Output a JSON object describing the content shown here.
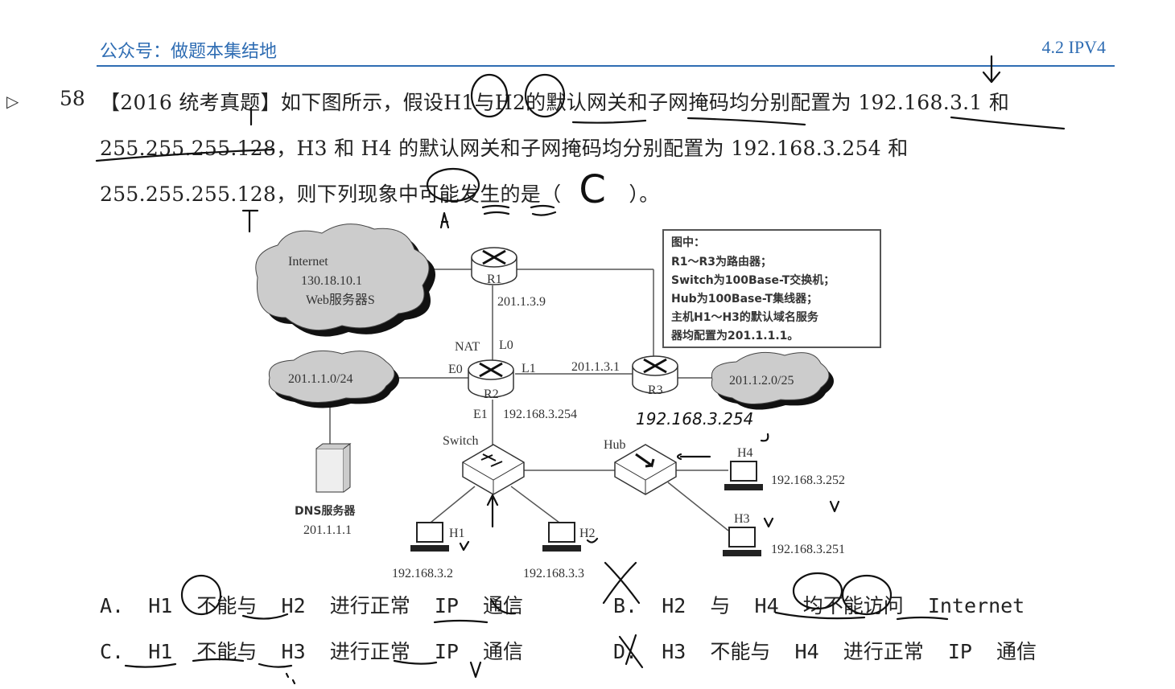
{
  "header": {
    "source": "公众号：做题本集结地",
    "section": "4.2 IPV4"
  },
  "question": {
    "number": "58",
    "line1": "【2016 统考真题】如下图所示，假设H1与H2的默认网关和子网掩码均分别配置为 192.168.3.1 和",
    "line2": "255.255.255.128，H3 和 H4 的默认网关和子网掩码均分别配置为 192.168.3.254 和",
    "line3_pre": "255.255.255.128，则下列现象中可能发生的是（",
    "line3_post": "）。",
    "handwritten_answer": "C"
  },
  "diagram": {
    "internet": [
      "Internet",
      "130.18.10.1",
      "Web服务器S"
    ],
    "net_left": "201.1.1.0/24",
    "net_right": "201.1.2.0/25",
    "r1": "R1",
    "r2": "R2",
    "r3": "R3",
    "r1_ip": "201.1.3.9",
    "nat": "NAT",
    "l0": "L0",
    "e0": "E0",
    "l1": "L1",
    "e1": "E1",
    "r3_ip": "201.1.3.1",
    "r2_e1_ip": "192.168.3.254",
    "switch": "Switch",
    "hub": "Hub",
    "dns": [
      "DNS服务器",
      "201.1.1.1"
    ],
    "h1": "H1",
    "h2": "H2",
    "h3": "H3",
    "h4": "H4",
    "h1_ip": "192.168.3.2",
    "h2_ip": "192.168.3.3",
    "h3_ip": "192.168.3.251",
    "h4_ip": "192.168.3.252",
    "legend": [
      "图中：",
      "R1～R3为路由器；",
      "Switch为100Base-T交换机；",
      "Hub为100Base-T集线器；",
      "主机H1～H3的默认域名服务",
      "器均配置为201.1.1.1。"
    ],
    "handwritten_note": "192.168.3.254"
  },
  "options": {
    "a": "A.  H1  不能与  H2  进行正常  IP  通信",
    "b": "B.  H2  与  H4  均不能访问  Internet",
    "c": "C.  H1  不能与  H3  进行正常  IP  通信",
    "d": "D.  H3  不能与  H4  进行正常  IP  通信"
  }
}
